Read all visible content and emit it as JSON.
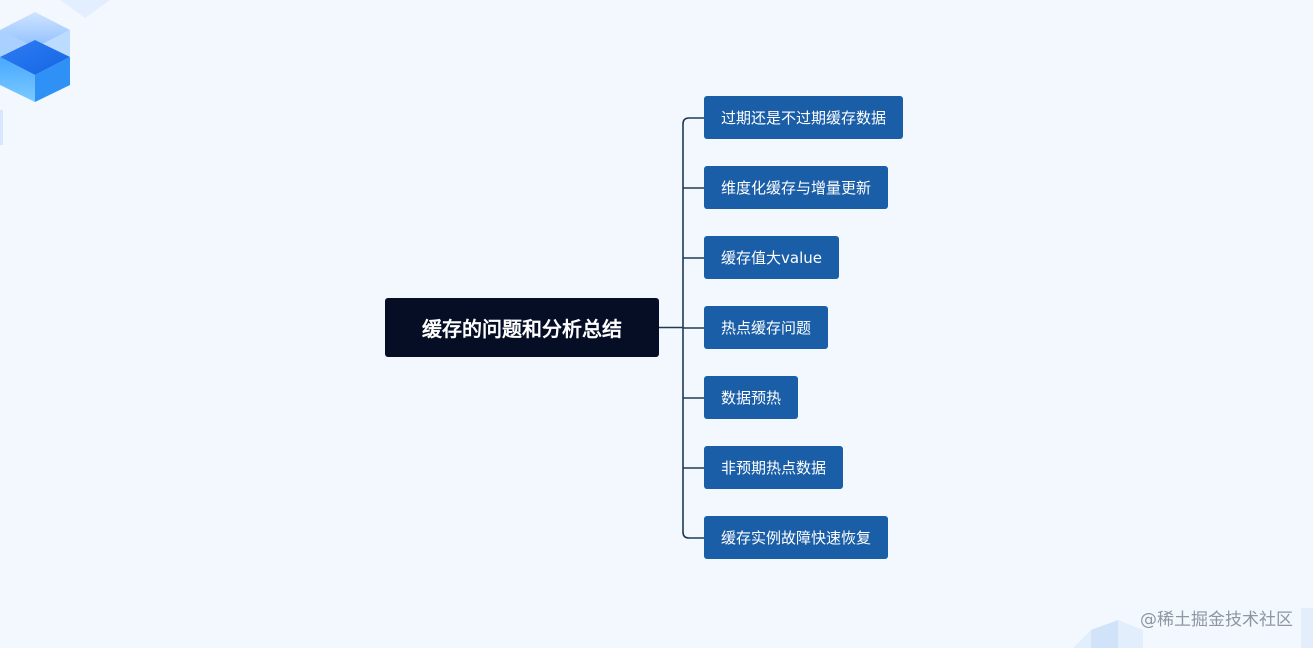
{
  "mindmap": {
    "root": {
      "label": "缓存的问题和分析总结"
    },
    "branches": [
      {
        "label": "过期还是不过期缓存数据"
      },
      {
        "label": "维度化缓存与增量更新"
      },
      {
        "label": "缓存值大value"
      },
      {
        "label": "热点缓存问题"
      },
      {
        "label": "数据预热"
      },
      {
        "label": "非预期热点数据"
      },
      {
        "label": "缓存实例故障快速恢复"
      }
    ],
    "colors": {
      "background": "#f2f8fe",
      "root_fill": "#050e24",
      "branch_fill": "#1a5ea8",
      "connector": "#1f3a54"
    }
  },
  "watermark": {
    "text": "@稀土掘金技术社区"
  }
}
